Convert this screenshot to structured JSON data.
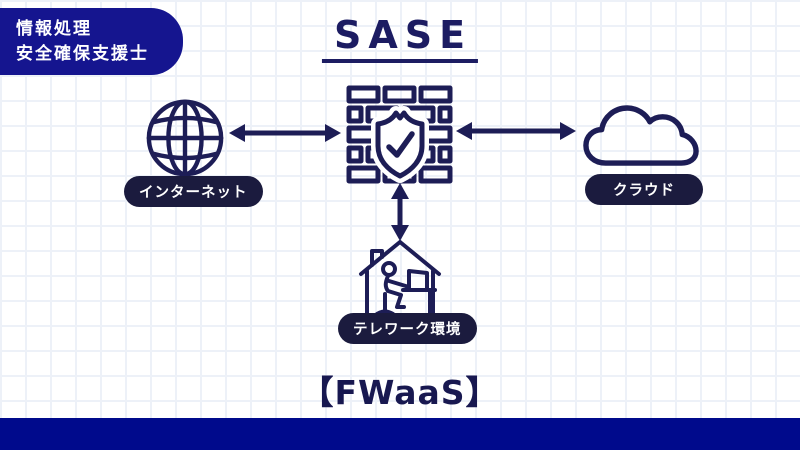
{
  "colors": {
    "background": "#ffffff",
    "grid_line": "#edf1f8",
    "header_badge_blue": "#15158f",
    "bottom_bar_blue": "#000a8c",
    "diagram_navy": "#1d1d56",
    "label_pill_navy": "#1b1b3e",
    "text_on_dark": "#ffffff"
  },
  "header": {
    "badge": {
      "line1": "情報処理",
      "line2": "安全確保支援士"
    },
    "title": "SASE"
  },
  "nodes": {
    "internet": {
      "label": "インターネット",
      "icon": "globe-icon"
    },
    "firewall": {
      "icon": "firewall-shield-check-icon"
    },
    "cloud": {
      "label": "クラウド",
      "icon": "cloud-icon"
    },
    "telework": {
      "label": "テレワーク環境",
      "icon": "house-remote-worker-icon"
    }
  },
  "connections": [
    {
      "from": "internet",
      "to": "firewall",
      "style": "double-headed-arrow"
    },
    {
      "from": "firewall",
      "to": "cloud",
      "style": "double-headed-arrow"
    },
    {
      "from": "firewall",
      "to": "telework",
      "style": "double-headed-arrow"
    }
  ],
  "footer": {
    "caption": "【FWaaS】"
  }
}
